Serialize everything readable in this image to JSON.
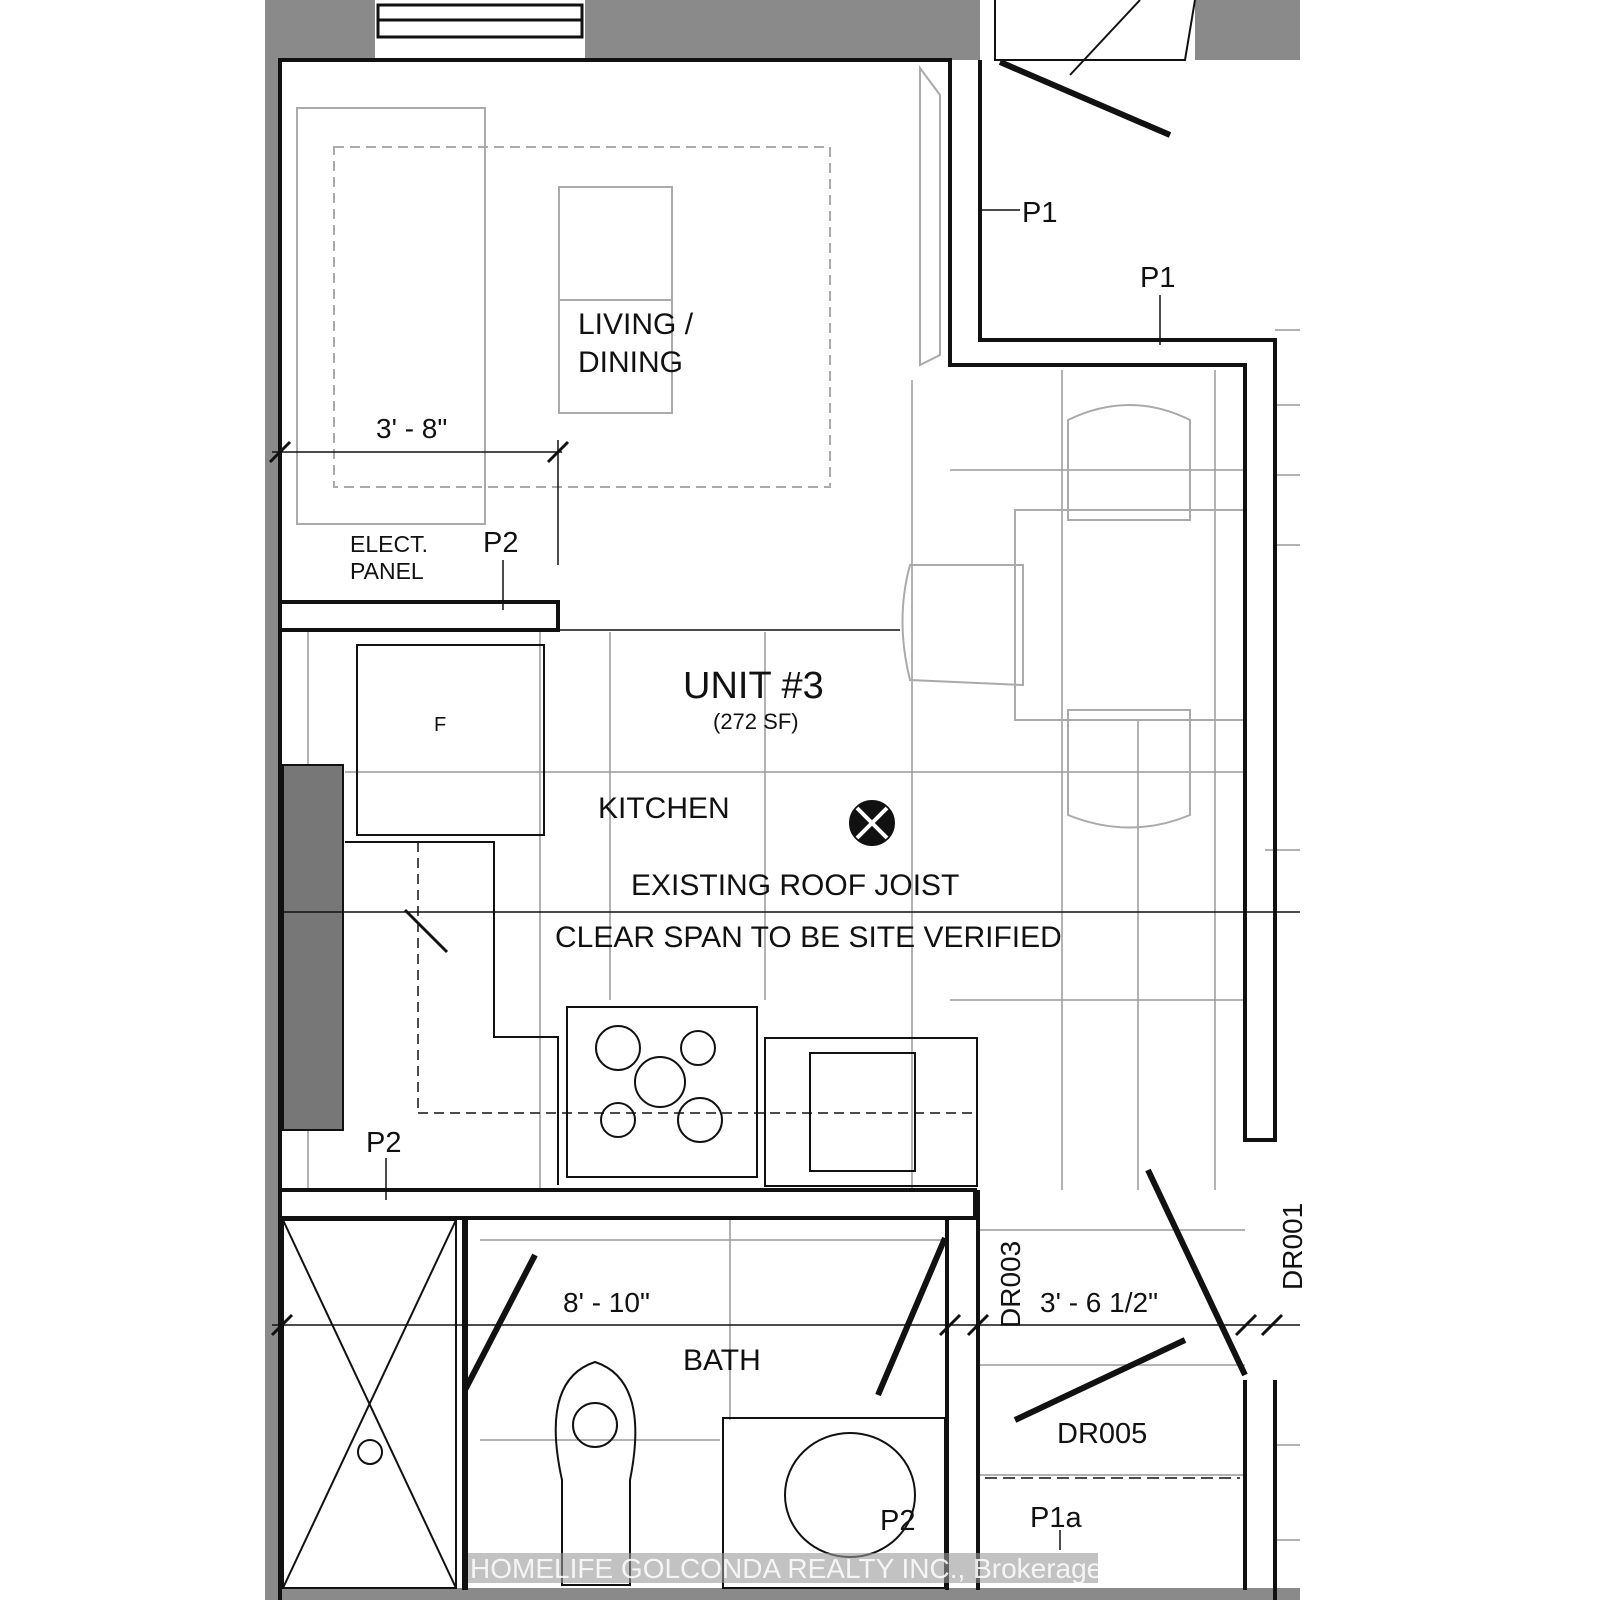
{
  "plan": {
    "unit_title": "UNIT #3",
    "unit_area": "(272 SF)",
    "rooms": {
      "living": [
        "LIVING /",
        "DINING"
      ],
      "kitchen": "KITCHEN",
      "bath": "BATH"
    },
    "notes": {
      "joist_line1": "EXISTING ROOF JOIST",
      "joist_line2": "CLEAR SPAN TO BE SITE VERIFIED",
      "elect_panel": [
        "ELECT.",
        "PANEL"
      ],
      "fridge": "F"
    },
    "dimensions": {
      "living_width": "3' - 8\"",
      "bath_width": "8' - 10\"",
      "hall_width": "3' - 6 1/2\""
    },
    "tags": {
      "p1_a": "P1",
      "p1_b": "P1",
      "p2_a": "P2",
      "p2_b": "P2",
      "p2_c": "P2",
      "p1a": "P1a",
      "dr001": "DR001",
      "dr003": "DR003",
      "dr005": "DR005"
    },
    "watermark": "HOMELIFE GOLCONDA REALTY INC., Brokerage",
    "colors": {
      "wall": "#111111",
      "poche": "#8a8a8a",
      "grid": "#9a9a9a",
      "furniture": "#aaaaaa"
    }
  }
}
